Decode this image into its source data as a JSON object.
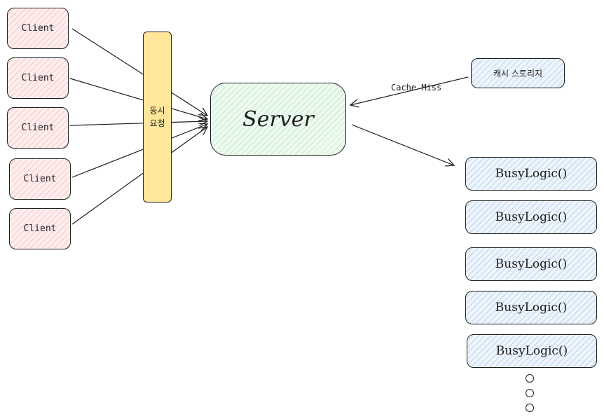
{
  "clients": [
    "Client",
    "Client",
    "Client",
    "Client",
    "Client"
  ],
  "concurrent_label": [
    "동시",
    "요청"
  ],
  "server_label": "Server",
  "cache_label": "캐시 스토리지",
  "cache_miss_label": "Cache Miss",
  "busy_logic": [
    "BusyLogic()",
    "BusyLogic()",
    "BusyLogic()",
    "BusyLogic()",
    "BusyLogic()"
  ],
  "colors": {
    "client_fill": "#ffc9c9",
    "server_fill": "#b2f2bb",
    "concurrent_fill": "#ffec99",
    "busy_fill": "#a5d8ff",
    "stroke": "#1e1e1e"
  }
}
